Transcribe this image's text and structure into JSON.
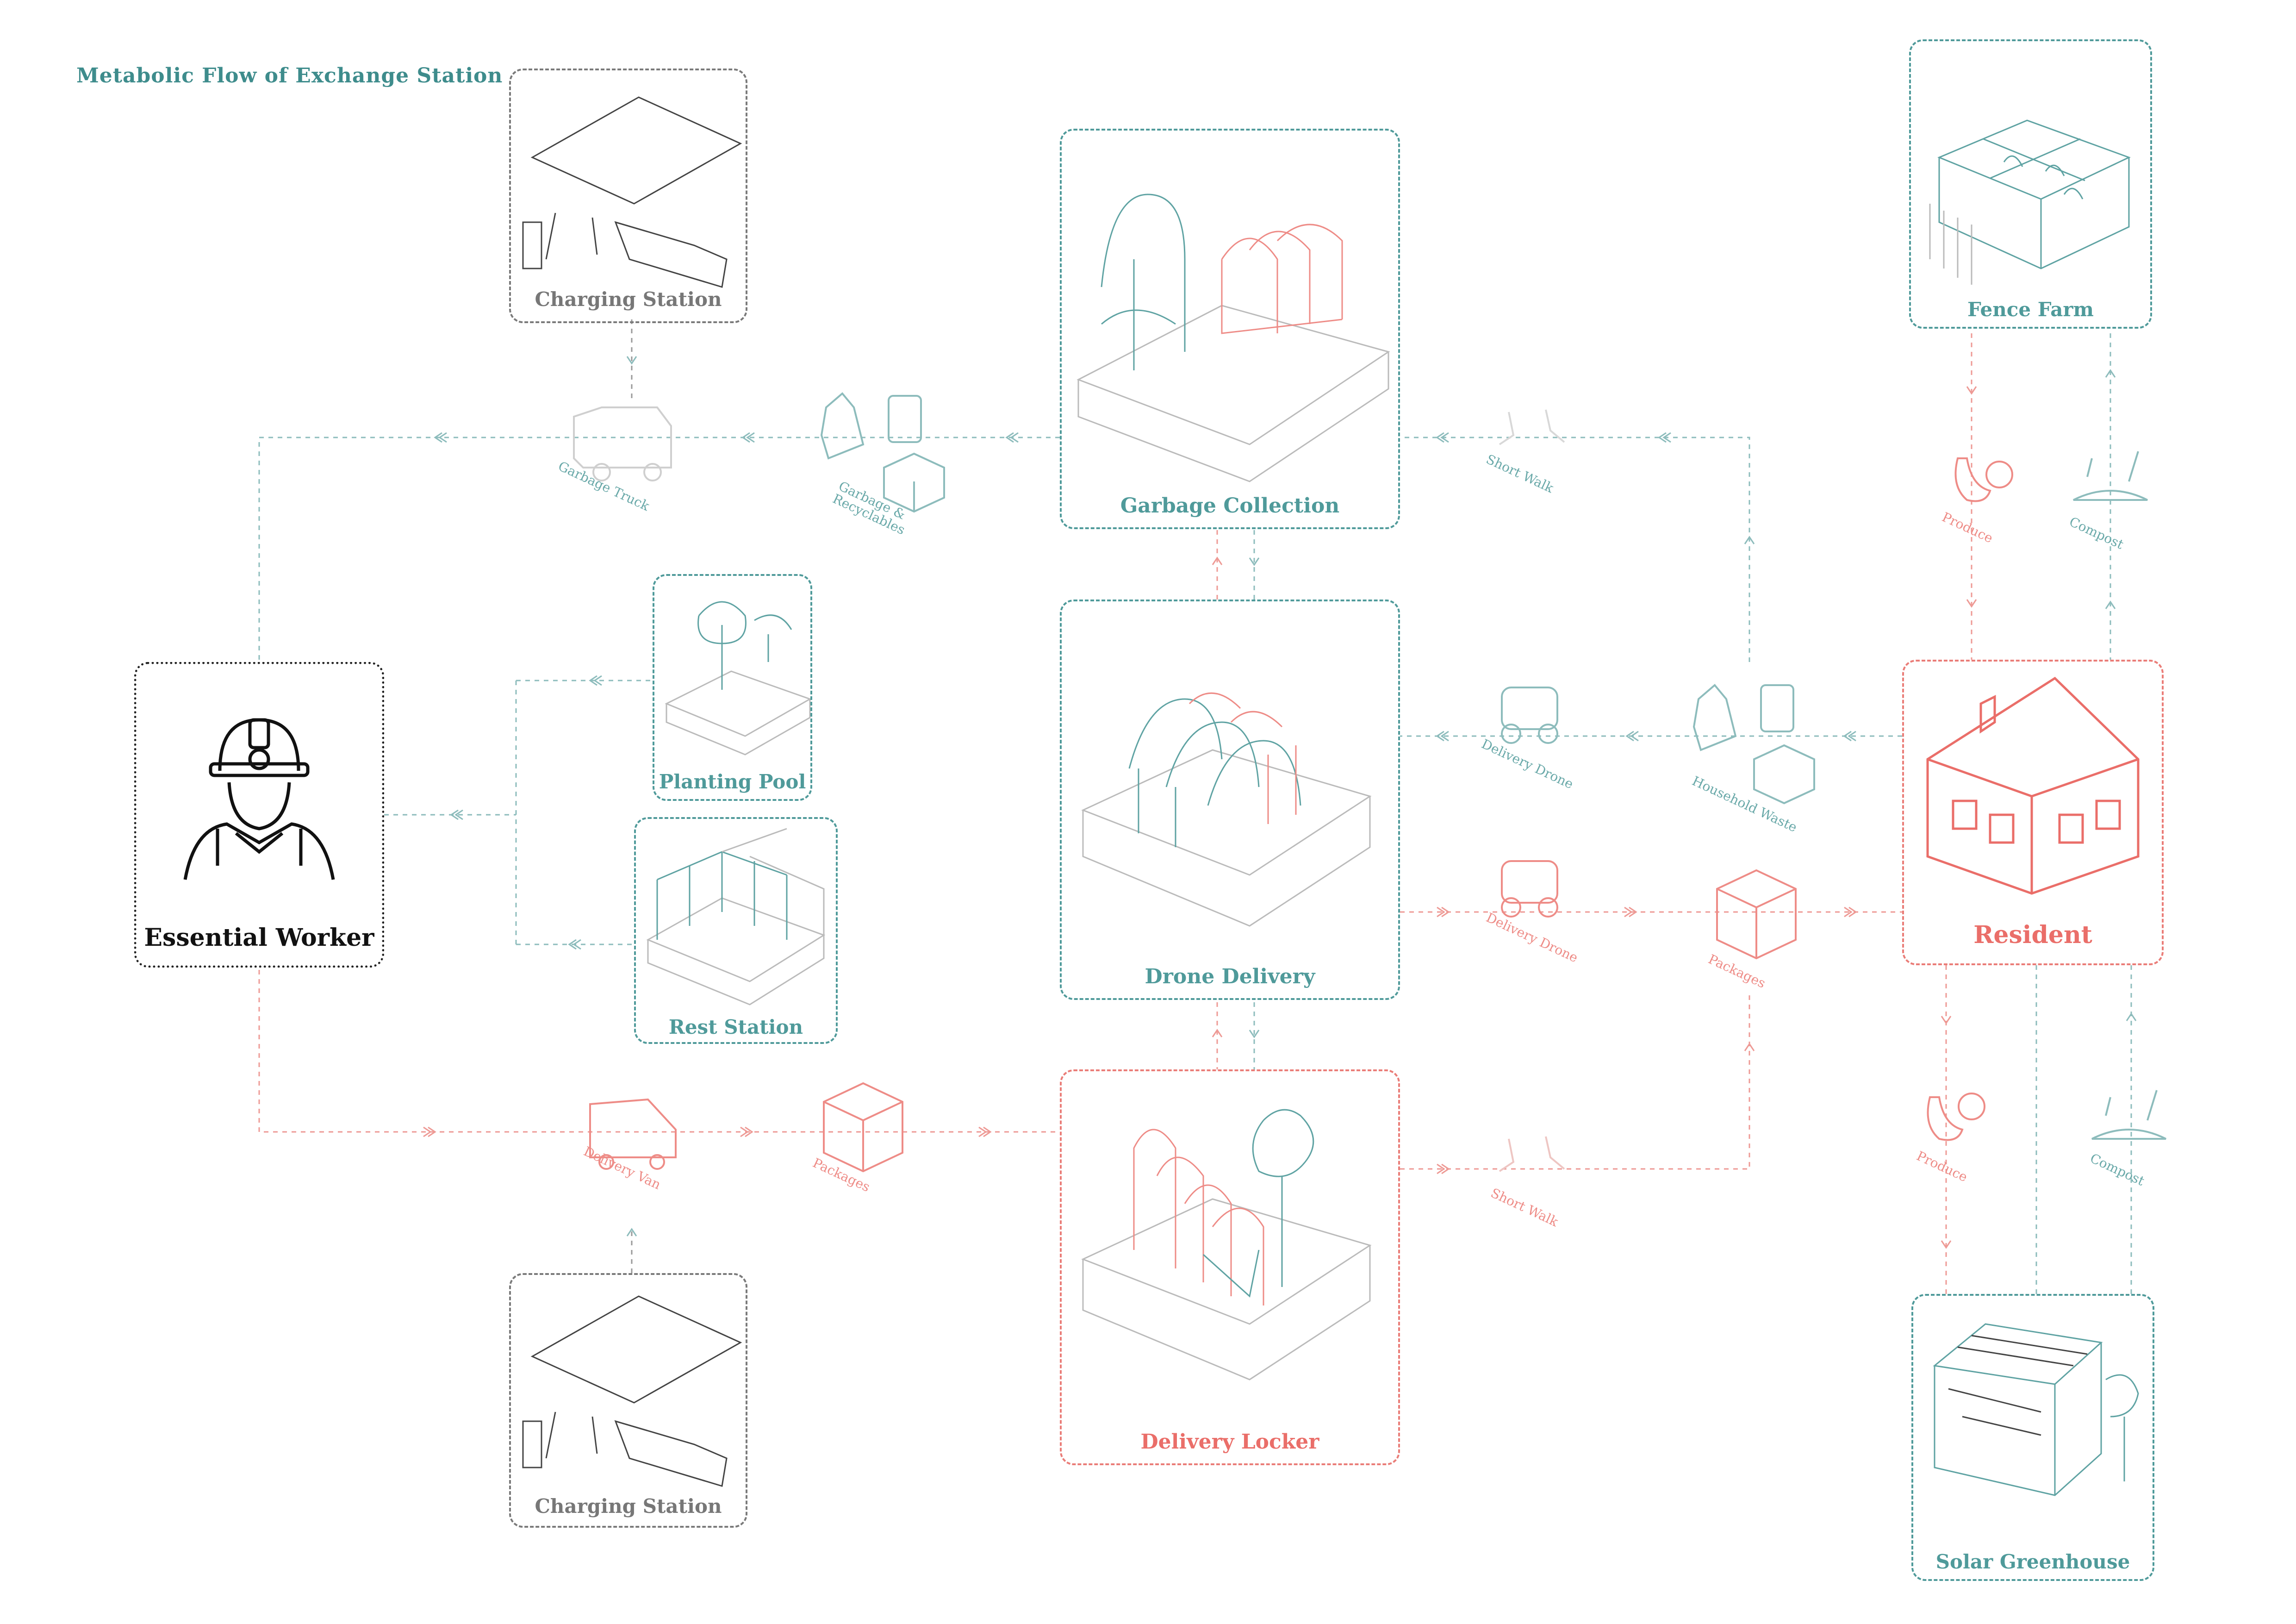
{
  "title": "Metabolic Flow of Exchange Station",
  "nodes": {
    "charging_top": "Charging Station",
    "charging_bottom": "Charging Station",
    "garbage_collection": "Garbage Collection",
    "drone_delivery": "Drone Delivery",
    "delivery_locker": "Delivery Locker",
    "planting_pool": "Planting Pool",
    "rest_station": "Rest Station",
    "essential_worker": "Essential Worker",
    "resident": "Resident",
    "fence_farm": "Fence Farm",
    "solar_greenhouse": "Solar Greenhouse"
  },
  "flows": {
    "garbage_truck": "Garbage Truck",
    "garbage_recyclables": "Garbage & Recyclables",
    "short_walk_top": "Short Walk",
    "delivery_drone_teal": "Delivery Drone",
    "household_waste": "Household Waste",
    "delivery_drone_red": "Delivery Drone",
    "packages_right": "Packages",
    "delivery_van": "Delivery Van",
    "packages_left": "Packages",
    "short_walk_bottom": "Short Walk",
    "produce_top": "Produce",
    "compost_top": "Compost",
    "produce_bottom": "Produce",
    "compost_bottom": "Compost"
  },
  "colors": {
    "teal": "#4f9a9a",
    "red": "#ea7d78",
    "gray": "#7a7a7a",
    "black": "#222222"
  },
  "icons": [
    "hard-hat-worker-icon",
    "house-icon",
    "garbage-truck-icon",
    "garbage-bag-icon",
    "can-icon",
    "box-icon",
    "delivery-drone-icon",
    "delivery-van-icon",
    "package-icon",
    "walking-feet-icon",
    "banana-apple-icon",
    "compost-icon"
  ]
}
